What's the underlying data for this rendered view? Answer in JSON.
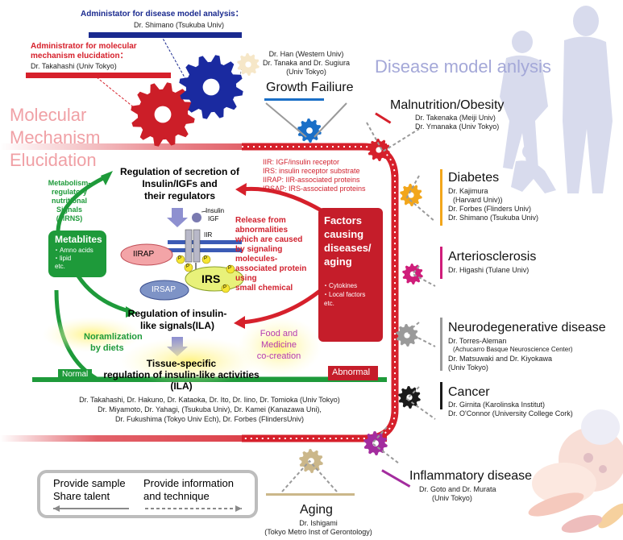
{
  "admins": {
    "disease_title": "Administator for disease model analysis：",
    "disease_name": "Dr. Shimano (Tsukuba Univ)",
    "molecular_title_1": "Administrator for molecular",
    "molecular_title_2": "mechanism elucidation：",
    "molecular_name": "Dr. Takahashi (Univ Tokyo)"
  },
  "big_labels": {
    "disease_model": "Disease model anlysis",
    "molecular_1": "Molecular",
    "molecular_2": "Mechanism",
    "molecular_3": "Elucidation"
  },
  "growth": {
    "authors_1": "Dr. Han (Western Univ)",
    "authors_2": "Dr. Tanaka and Dr. Sugiura",
    "authors_3": "(Univ Tokyo)",
    "title": "Growth Failiure"
  },
  "diseases": {
    "malnutrition": {
      "title": "Malnutrition/Obesity",
      "l1": "Dr. Takenaka (Meiji Univ)",
      "l2": "Dr. Ymanaka (Univ Tokyo)"
    },
    "diabetes": {
      "title": "Diabetes",
      "l1": "Dr. Kajimura",
      "l2": "(Harvard Univ))",
      "l3": "Dr. Forbes (Flinders Univ)",
      "l4": "Dr. Shimano (Tsukuba Univ)"
    },
    "arterio": {
      "title": "Arteriosclerosis",
      "l1": "Dr. Higashi (Tulane Univ)"
    },
    "neuro": {
      "title": "Neurodegenerative disease",
      "l1": "Dr. Torres-Aleman",
      "l2": "(Achucarro Basque Neuroscience Center)",
      "l3": "Dr. Matsuwaki and Dr. Kiyokawa",
      "l4": "(Univ Tokyo)"
    },
    "cancer": {
      "title": "Cancer",
      "l1": "Dr. Girnita (Karolinska Institut)",
      "l2": "Dr. O'Connor (University College Cork)"
    },
    "inflam": {
      "title": "Inflammatory disease",
      "l1": "Dr. Goto and Dr. Murata",
      "l2": "(Univ Tokyo)"
    },
    "aging": {
      "title": "Aging",
      "l1": "Dr. Ishigami",
      "l2": "(Tokyo Metro Inst of Gerontology)"
    }
  },
  "legend_abbr": {
    "l1": "IIR: IGF/insulin receptor",
    "l2": "IRS: insulin receptor substrate",
    "l3": "IIRAP: IIR-associated proteins",
    "l4": "IRSAP: IRS-associated proteins"
  },
  "center": {
    "reg_secretion_1": "Regulation of secretion of",
    "reg_secretion_2": "Insulin/IGFs and",
    "reg_secretion_3": "their regulators",
    "insulin_lbl": "Insulin",
    "igf_lbl": "IGF",
    "iir_lbl": "IIR",
    "iirap": "IIRAP",
    "irs": "IRS",
    "irsap": "IRSAP",
    "p": "P",
    "release_1": "Release from",
    "release_2": "abnormalities",
    "release_3": "which are caused",
    "release_4": "by signaling",
    "release_5": "molecules-",
    "release_6": "associated protein",
    "release_7": "using",
    "release_8": "small chemical",
    "reg_ila_1": "Regulation of insulin-",
    "reg_ila_2": "like signals(ILA)",
    "normalization_1": "Noramlization",
    "normalization_2": "by diets",
    "tissue_1": "Tissue-specific",
    "tissue_2": "regulation of insulin-like activities",
    "tissue_3": "(ILA)",
    "food_1": "Food and",
    "food_2": "Medicine",
    "food_3": "co-creation",
    "normal": "Normal",
    "abnormal": "Abnormal"
  },
  "mrns": {
    "l1": "Metabolism-",
    "l2": "regulatory",
    "l3": "nutritional",
    "l4": "Signals",
    "l5": "(MRNS)"
  },
  "metablites": {
    "title": "Metablites",
    "l1": "・Amno acids",
    "l2": "・lipid",
    "l3": "etc."
  },
  "factors": {
    "l1": "Factors",
    "l2": "causing",
    "l3": "diseases/",
    "l4": "aging",
    "s1": "・Cytokines",
    "s2": "・Local factors",
    "s3": "etc."
  },
  "authors_bottom": {
    "l1": "Dr. Takahashi, Dr. Hakuno, Dr. Kataoka, Dr. Ito, Dr. Iino, Dr. Tomioka (Univ Tokyo)",
    "l2": "Dr. Miyamoto, Dr. Yahagi, (Tsukuba Univ), Dr. Kamei (Kanazawa Uni),",
    "l3": "Dr. Fukushima (Tokyo Univ Ech), Dr. Forbes (FlindersUniv)"
  },
  "legend": {
    "sample_1": "Provide sample",
    "sample_2": "Share talent",
    "info_1": "Provide information",
    "info_2": "and technique"
  },
  "colors": {
    "red": "#d6202b",
    "blue": "#1a2a8f",
    "green": "#1e9a3a",
    "gear_red": "#cc1e28",
    "gear_blue": "#1a2aa0"
  }
}
